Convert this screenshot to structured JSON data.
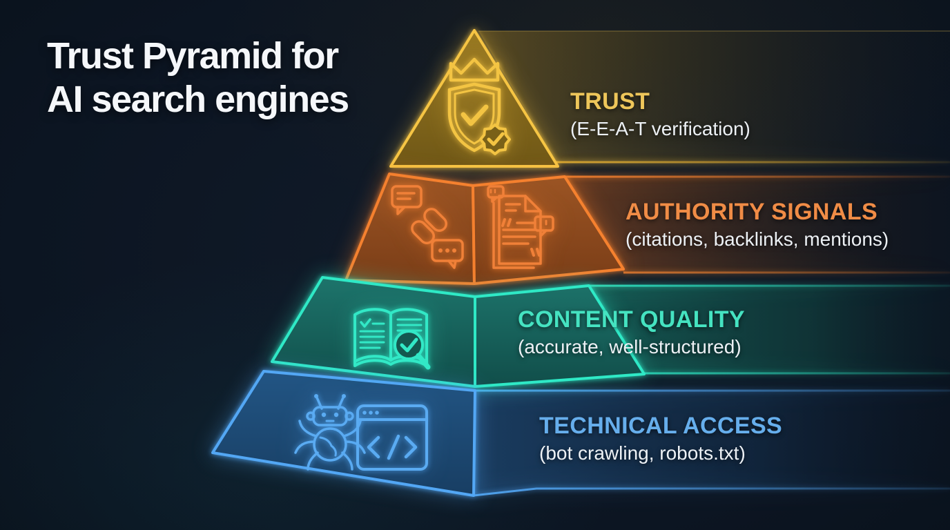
{
  "title": {
    "line1": "Trust Pyramid for",
    "line2": "AI search engines"
  },
  "levels": [
    {
      "id": "trust",
      "label": "TRUST",
      "sublabel": "(E-E-A-T verification)",
      "color": "#f2c64b",
      "icons": [
        "shield-crown-badge-icon"
      ]
    },
    {
      "id": "authority-signals",
      "label": "AUTHORITY SIGNALS",
      "sublabel": "(citations, backlinks, mentions)",
      "color": "#f0853a",
      "icons": [
        "chat-link-icon",
        "cited-document-icon"
      ]
    },
    {
      "id": "content-quality",
      "label": "CONTENT QUALITY",
      "sublabel": "(accurate, well-structured)",
      "color": "#3ce5c3",
      "icons": [
        "book-check-magnifier-icon"
      ]
    },
    {
      "id": "technical-access",
      "label": "TECHNICAL ACCESS",
      "sublabel": "(bot crawling, robots.txt)",
      "color": "#5fabef",
      "icons": [
        "crawler-bot-icon",
        "code-window-icon"
      ]
    }
  ],
  "colors": {
    "background": "#0c1522",
    "title_text": "#f5f7fa",
    "subtitle_text": "#edf1f5",
    "gold_stroke": "#f6c544",
    "orange_stroke": "#f5812f",
    "teal_stroke": "#2fe9c6",
    "blue_stroke": "#53a7f4"
  }
}
